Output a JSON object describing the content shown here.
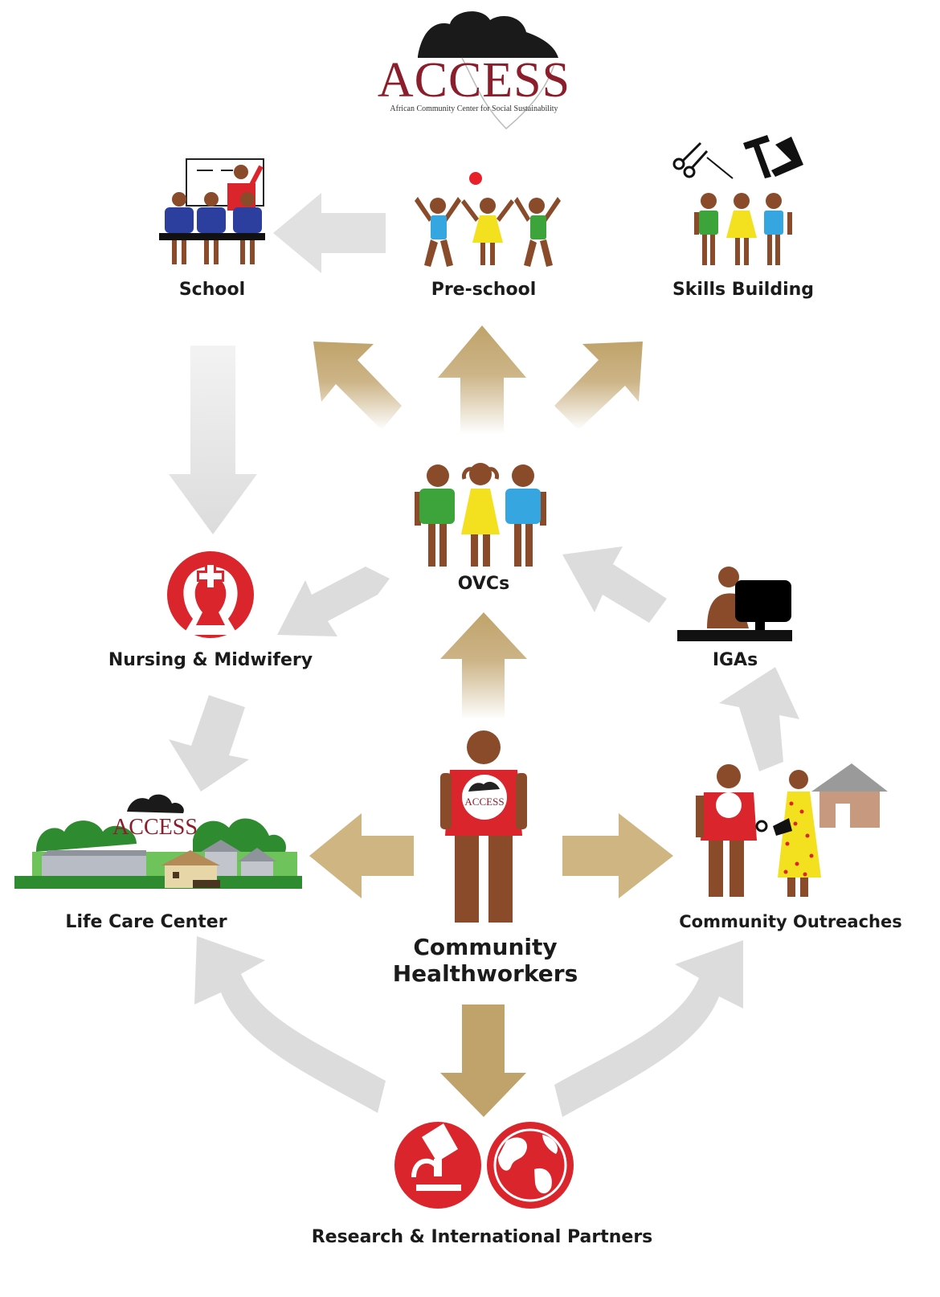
{
  "logo": {
    "name": "ACCESS",
    "tagline": "African Community Center for Social Sustainability"
  },
  "nodes": {
    "school": "School",
    "preschool": "Pre-school",
    "skills": "Skills Building",
    "ovcs": "OVCs",
    "nursing": "Nursing & Midwifery",
    "igas": "IGAs",
    "lifecare": "Life Care Center",
    "outreach": "Community Outreaches",
    "chw_line1": "Community",
    "chw_line2": "Healthworkers",
    "research": "Research & International Partners"
  },
  "badges": {
    "shirt_logo": "ACCESS",
    "center_sign": "ACCESS"
  },
  "colors": {
    "gold_arrow": "#bfa36a",
    "grey_arrow": "#dcdcdc",
    "red": "#d9252b",
    "skin": "#8a4b2a",
    "green_shirt": "#3da33b",
    "blue_shirt": "#35a6e0",
    "yellow_dress": "#f3e01f",
    "navy_shirt": "#2c3f9e",
    "logo_text": "#8c1d2a"
  },
  "icons": [
    "teacher-class-icon",
    "children-playing-icon",
    "tools-icon",
    "children-group-icon",
    "nursing-cap-icon",
    "computer-worker-icon",
    "clinic-buildings-icon",
    "healthworker-icon",
    "outreach-visit-icon",
    "microscope-icon",
    "globe-icon"
  ]
}
